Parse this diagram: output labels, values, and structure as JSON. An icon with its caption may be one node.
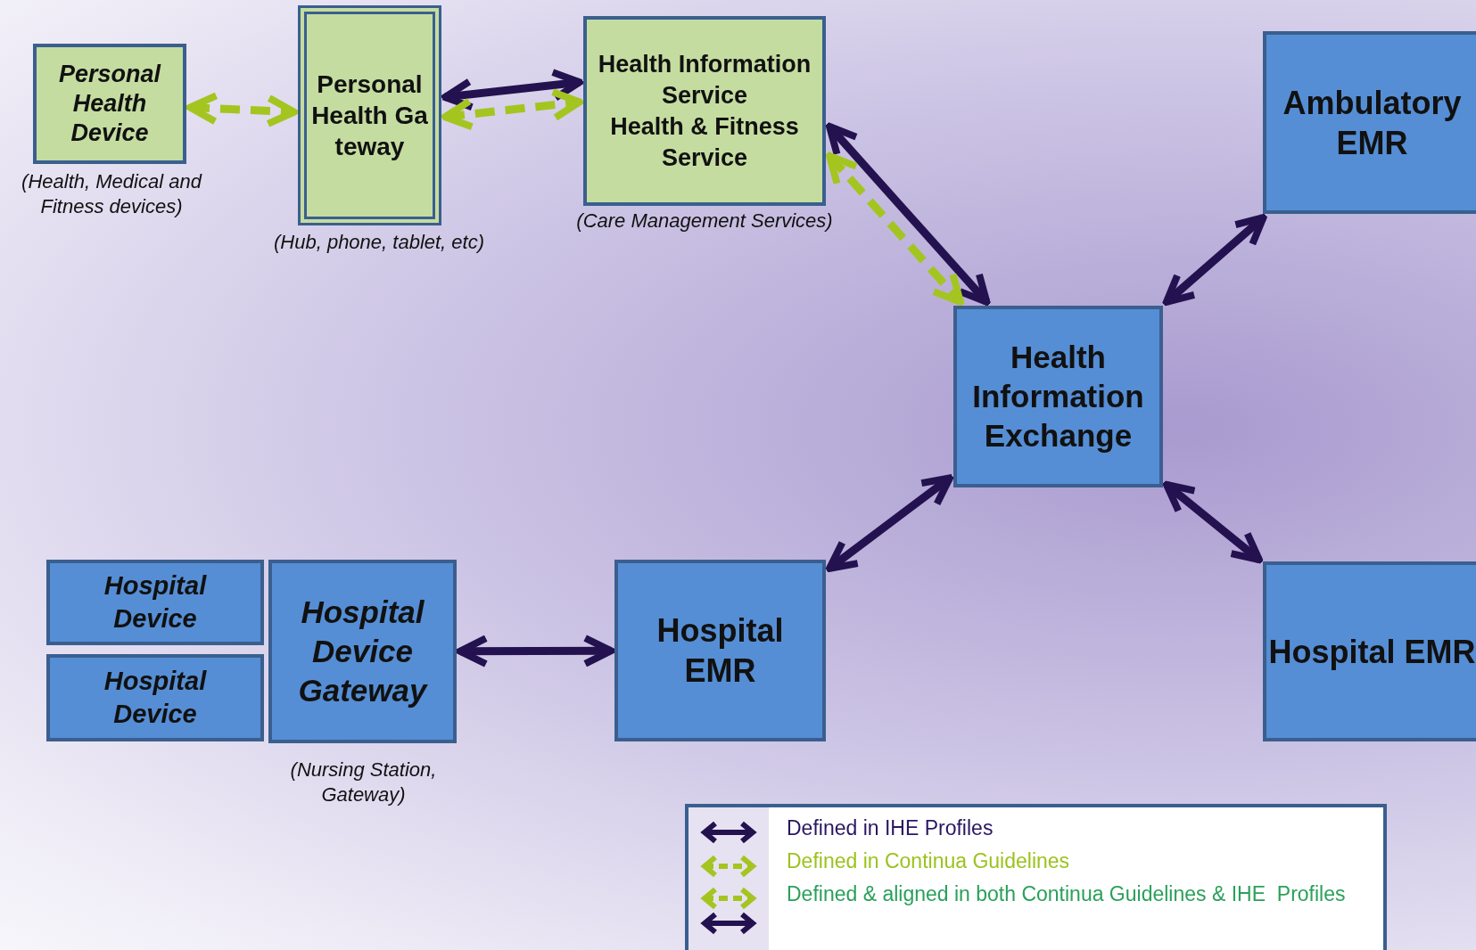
{
  "diagram": {
    "nodes": [
      {
        "text": [
          "Personal Health Device"
        ],
        "beside": [
          "(Health, Medical and Fitness devices)"
        ]
      },
      {
        "text": [
          "Personal Health Gateway"
        ],
        "beside": [
          "(Hub, phone, tablet, etc)"
        ]
      },
      {
        "text": [
          "Health Information Service",
          "Health & Fitness Service"
        ],
        "beside": [
          "(Care Management Services)"
        ]
      },
      {
        "text": [
          "Ambulatory EMR"
        ]
      },
      {
        "text": [
          "Health Information Exchange"
        ]
      },
      {
        "text": [
          "Hospital Device"
        ]
      },
      {
        "text": [
          "Hospital Device"
        ]
      },
      {
        "text": [
          "Hospital Device Gateway"
        ],
        "beside": [
          "(Nursing Station, Gateway)"
        ]
      },
      {
        "text": [
          "Hospital EMR"
        ]
      },
      {
        "text": [
          "Hospital EMR"
        ]
      }
    ],
    "edges": [
      {
        "from": 0,
        "to": 1,
        "arrow": "both",
        "style": "dashed",
        "color": "#a4c520"
      },
      {
        "from": 1,
        "to": 2,
        "arrow": "both"
      },
      {
        "from": 1,
        "to": 2,
        "arrow": "both",
        "style": "dashed",
        "color": "#a4c520"
      },
      {
        "from": 2,
        "to": 4,
        "arrow": "both"
      },
      {
        "from": 2,
        "to": 4,
        "arrow": "both",
        "style": "dashed",
        "color": "#a4c520"
      },
      {
        "from": 3,
        "to": 4,
        "arrow": "both"
      },
      {
        "from": 7,
        "to": 8,
        "arrow": "both"
      },
      {
        "from": 8,
        "to": 4,
        "arrow": "both"
      },
      {
        "from": 4,
        "to": 9,
        "arrow": "both"
      }
    ],
    "legend": [
      {
        "text": "Defined in IHE Profiles"
      },
      {
        "text": "Defined in Continua Guidelines"
      },
      {
        "text": "Defined & aligned in both Continua Guidelines & IHE  Profiles"
      }
    ]
  }
}
